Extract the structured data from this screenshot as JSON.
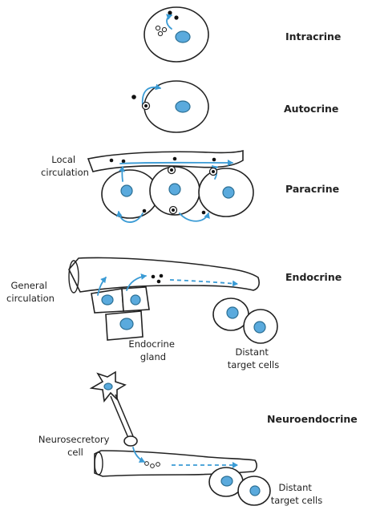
{
  "colors": {
    "outline": "#222222",
    "nucleus": "#5aaadd",
    "arrow": "#3a9bd5",
    "dot": "#111111"
  },
  "titles": {
    "intracrine": "Intracrine",
    "autocrine": "Autocrine",
    "paracrine": "Paracrine",
    "endocrine": "Endocrine",
    "neuroendocrine": "Neuroendocrine"
  },
  "labels": {
    "local_circulation": [
      "Local",
      "circulation"
    ],
    "general_circulation": [
      "General",
      "circulation"
    ],
    "endocrine_gland": [
      "Endocrine",
      "gland"
    ],
    "distant_target_cells": [
      "Distant",
      "target cells"
    ],
    "neurosecretory_cell": [
      "Neurosecretory",
      "cell"
    ],
    "distant_target_cells_2": [
      "Distant",
      "target cells"
    ]
  }
}
